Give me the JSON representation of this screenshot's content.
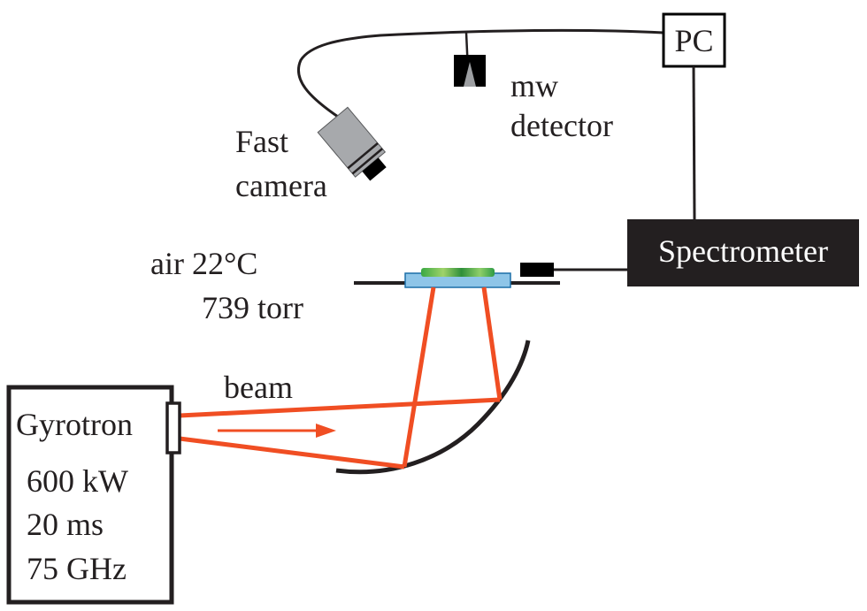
{
  "diagram": {
    "title": "Experimental setup: gyrotron microwave discharge in air",
    "labels": {
      "pc": "PC",
      "mw_detector_line1": "mw",
      "mw_detector_line2": "detector",
      "fast_camera_line1": "Fast",
      "fast_camera_line2": "camera",
      "spectrometer": "Spectrometer",
      "conditions_line1": "air 22°C",
      "conditions_line2": "739 torr",
      "beam": "beam",
      "gyrotron": "Gyrotron",
      "gyrotron_power": "600 kW",
      "gyrotron_pulse": "20 ms",
      "gyrotron_frequency": "75 GHz"
    },
    "colors": {
      "beam": "#f04e23",
      "line": "#231f20",
      "spectrometer_bg": "#231f20",
      "camera_body": "#a7a9ac",
      "substrate": "#8ec5e8",
      "sample": "#5cb85c"
    },
    "icons": [
      "pc-box",
      "mw-detector-icon",
      "fast-camera-icon",
      "spectrometer-box",
      "fiber-probe-icon",
      "sample-holder",
      "mirror-curved",
      "gyrotron-box",
      "beam-arrow"
    ]
  }
}
